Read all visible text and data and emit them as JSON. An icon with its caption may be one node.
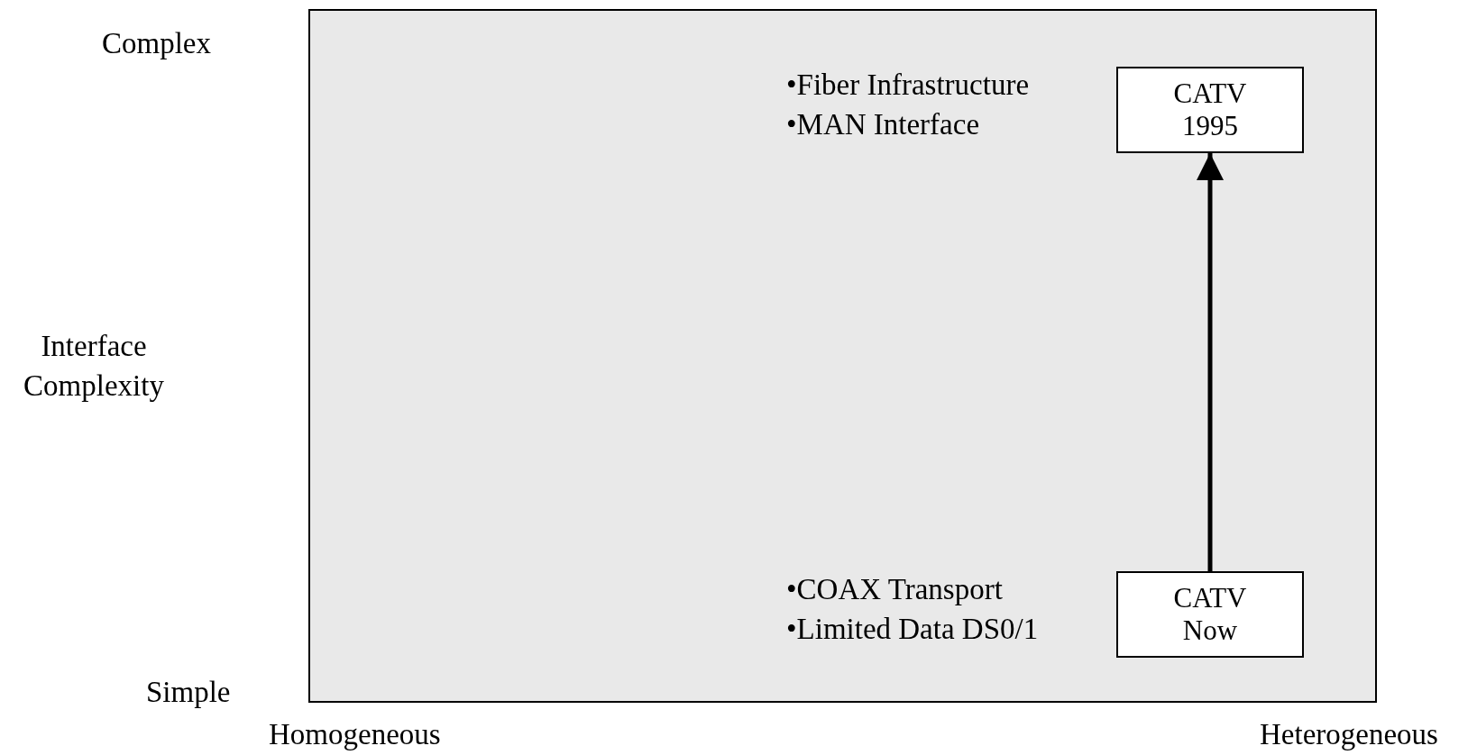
{
  "diagram": {
    "nodes": [
      {
        "text": [
          "CATV 1995"
        ]
      },
      {
        "text": [
          "CATV Now"
        ]
      }
    ],
    "edges": [
      {
        "from": 1,
        "to": 0,
        "arrow": "to"
      }
    ],
    "labels": [
      "Complex",
      "•Fiber Infrastructure",
      "•MAN Interface",
      "Interface Complexity",
      "•COAX Transport",
      "•Limited Data DS0/1",
      "Simple",
      "Homogeneous",
      "Heterogeneous"
    ]
  }
}
